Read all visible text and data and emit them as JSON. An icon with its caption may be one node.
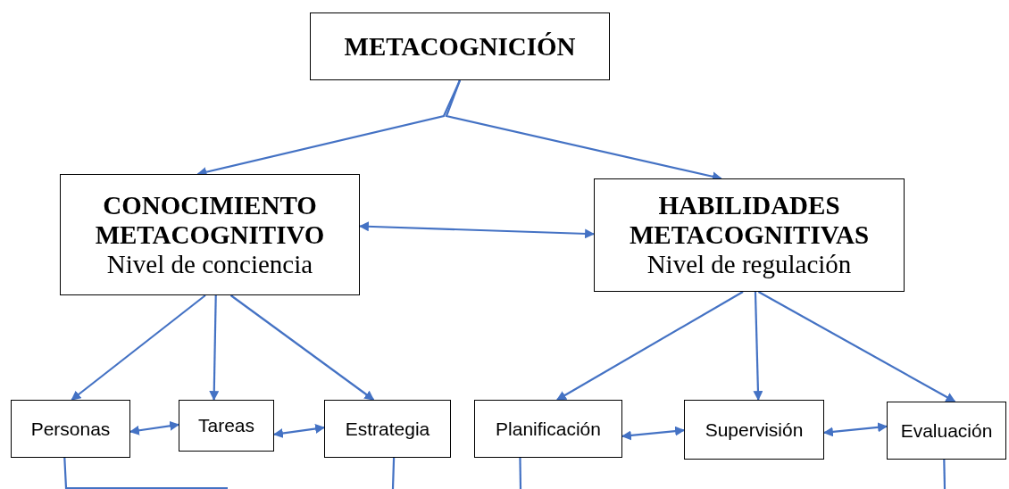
{
  "diagram": {
    "nodes": [
      {
        "text": [
          "METACOGNICIÓN"
        ]
      },
      {
        "text": [
          "CONOCIMIENTO METACOGNITIVO",
          "Nivel de conciencia"
        ]
      },
      {
        "text": [
          "HABILIDADES METACOGNITIVAS",
          "Nivel de regulación"
        ]
      },
      {
        "text": [
          "Personas"
        ]
      },
      {
        "text": [
          "Tareas"
        ]
      },
      {
        "text": [
          "Estrategia"
        ]
      },
      {
        "text": [
          "Planificación"
        ]
      },
      {
        "text": [
          "Supervisión"
        ]
      },
      {
        "text": [
          "Evaluación"
        ]
      }
    ],
    "edges": [
      {
        "from": 0,
        "to": 1,
        "arrow": "to"
      },
      {
        "from": 0,
        "to": 2,
        "arrow": "to"
      },
      {
        "from": 1,
        "to": 2,
        "arrow": "both"
      },
      {
        "from": 1,
        "to": 3,
        "arrow": "to"
      },
      {
        "from": 1,
        "to": 4,
        "arrow": "to"
      },
      {
        "from": 1,
        "to": 5,
        "arrow": "to"
      },
      {
        "from": 2,
        "to": 6,
        "arrow": "to"
      },
      {
        "from": 2,
        "to": 7,
        "arrow": "to"
      },
      {
        "from": 2,
        "to": 8,
        "arrow": "to"
      },
      {
        "from": 3,
        "to": 4,
        "arrow": "both"
      },
      {
        "from": 4,
        "to": 5,
        "arrow": "both"
      },
      {
        "from": 6,
        "to": 7,
        "arrow": "both"
      },
      {
        "from": 7,
        "to": 8,
        "arrow": "both"
      },
      {
        "from": 3,
        "to": null,
        "arrow": "none"
      },
      {
        "from": 5,
        "to": null,
        "arrow": "none"
      },
      {
        "from": 6,
        "to": null,
        "arrow": "none"
      },
      {
        "from": 8,
        "to": null,
        "arrow": "none"
      }
    ]
  }
}
